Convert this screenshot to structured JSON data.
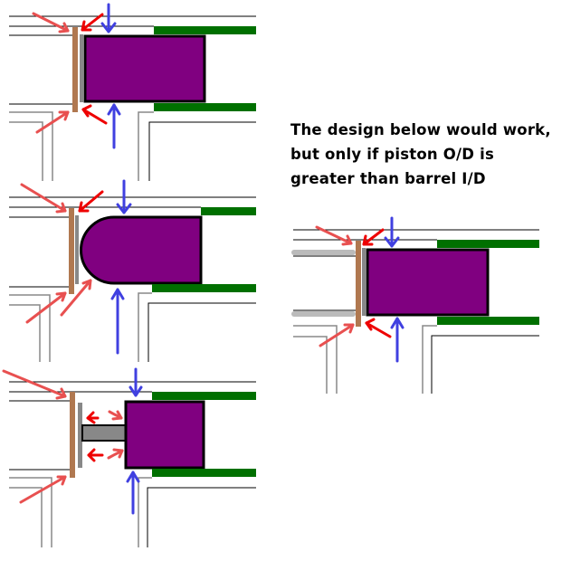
{
  "caption": {
    "lines": [
      "The design below would work,",
      "but only if piston O/D is",
      "greater than barrel I/D"
    ]
  },
  "colors": {
    "piston": "#800080",
    "barrel": "#007000",
    "valve": "#b07850",
    "flow_arrow": "#e00000",
    "pressure_arrow": "#4040e0"
  }
}
